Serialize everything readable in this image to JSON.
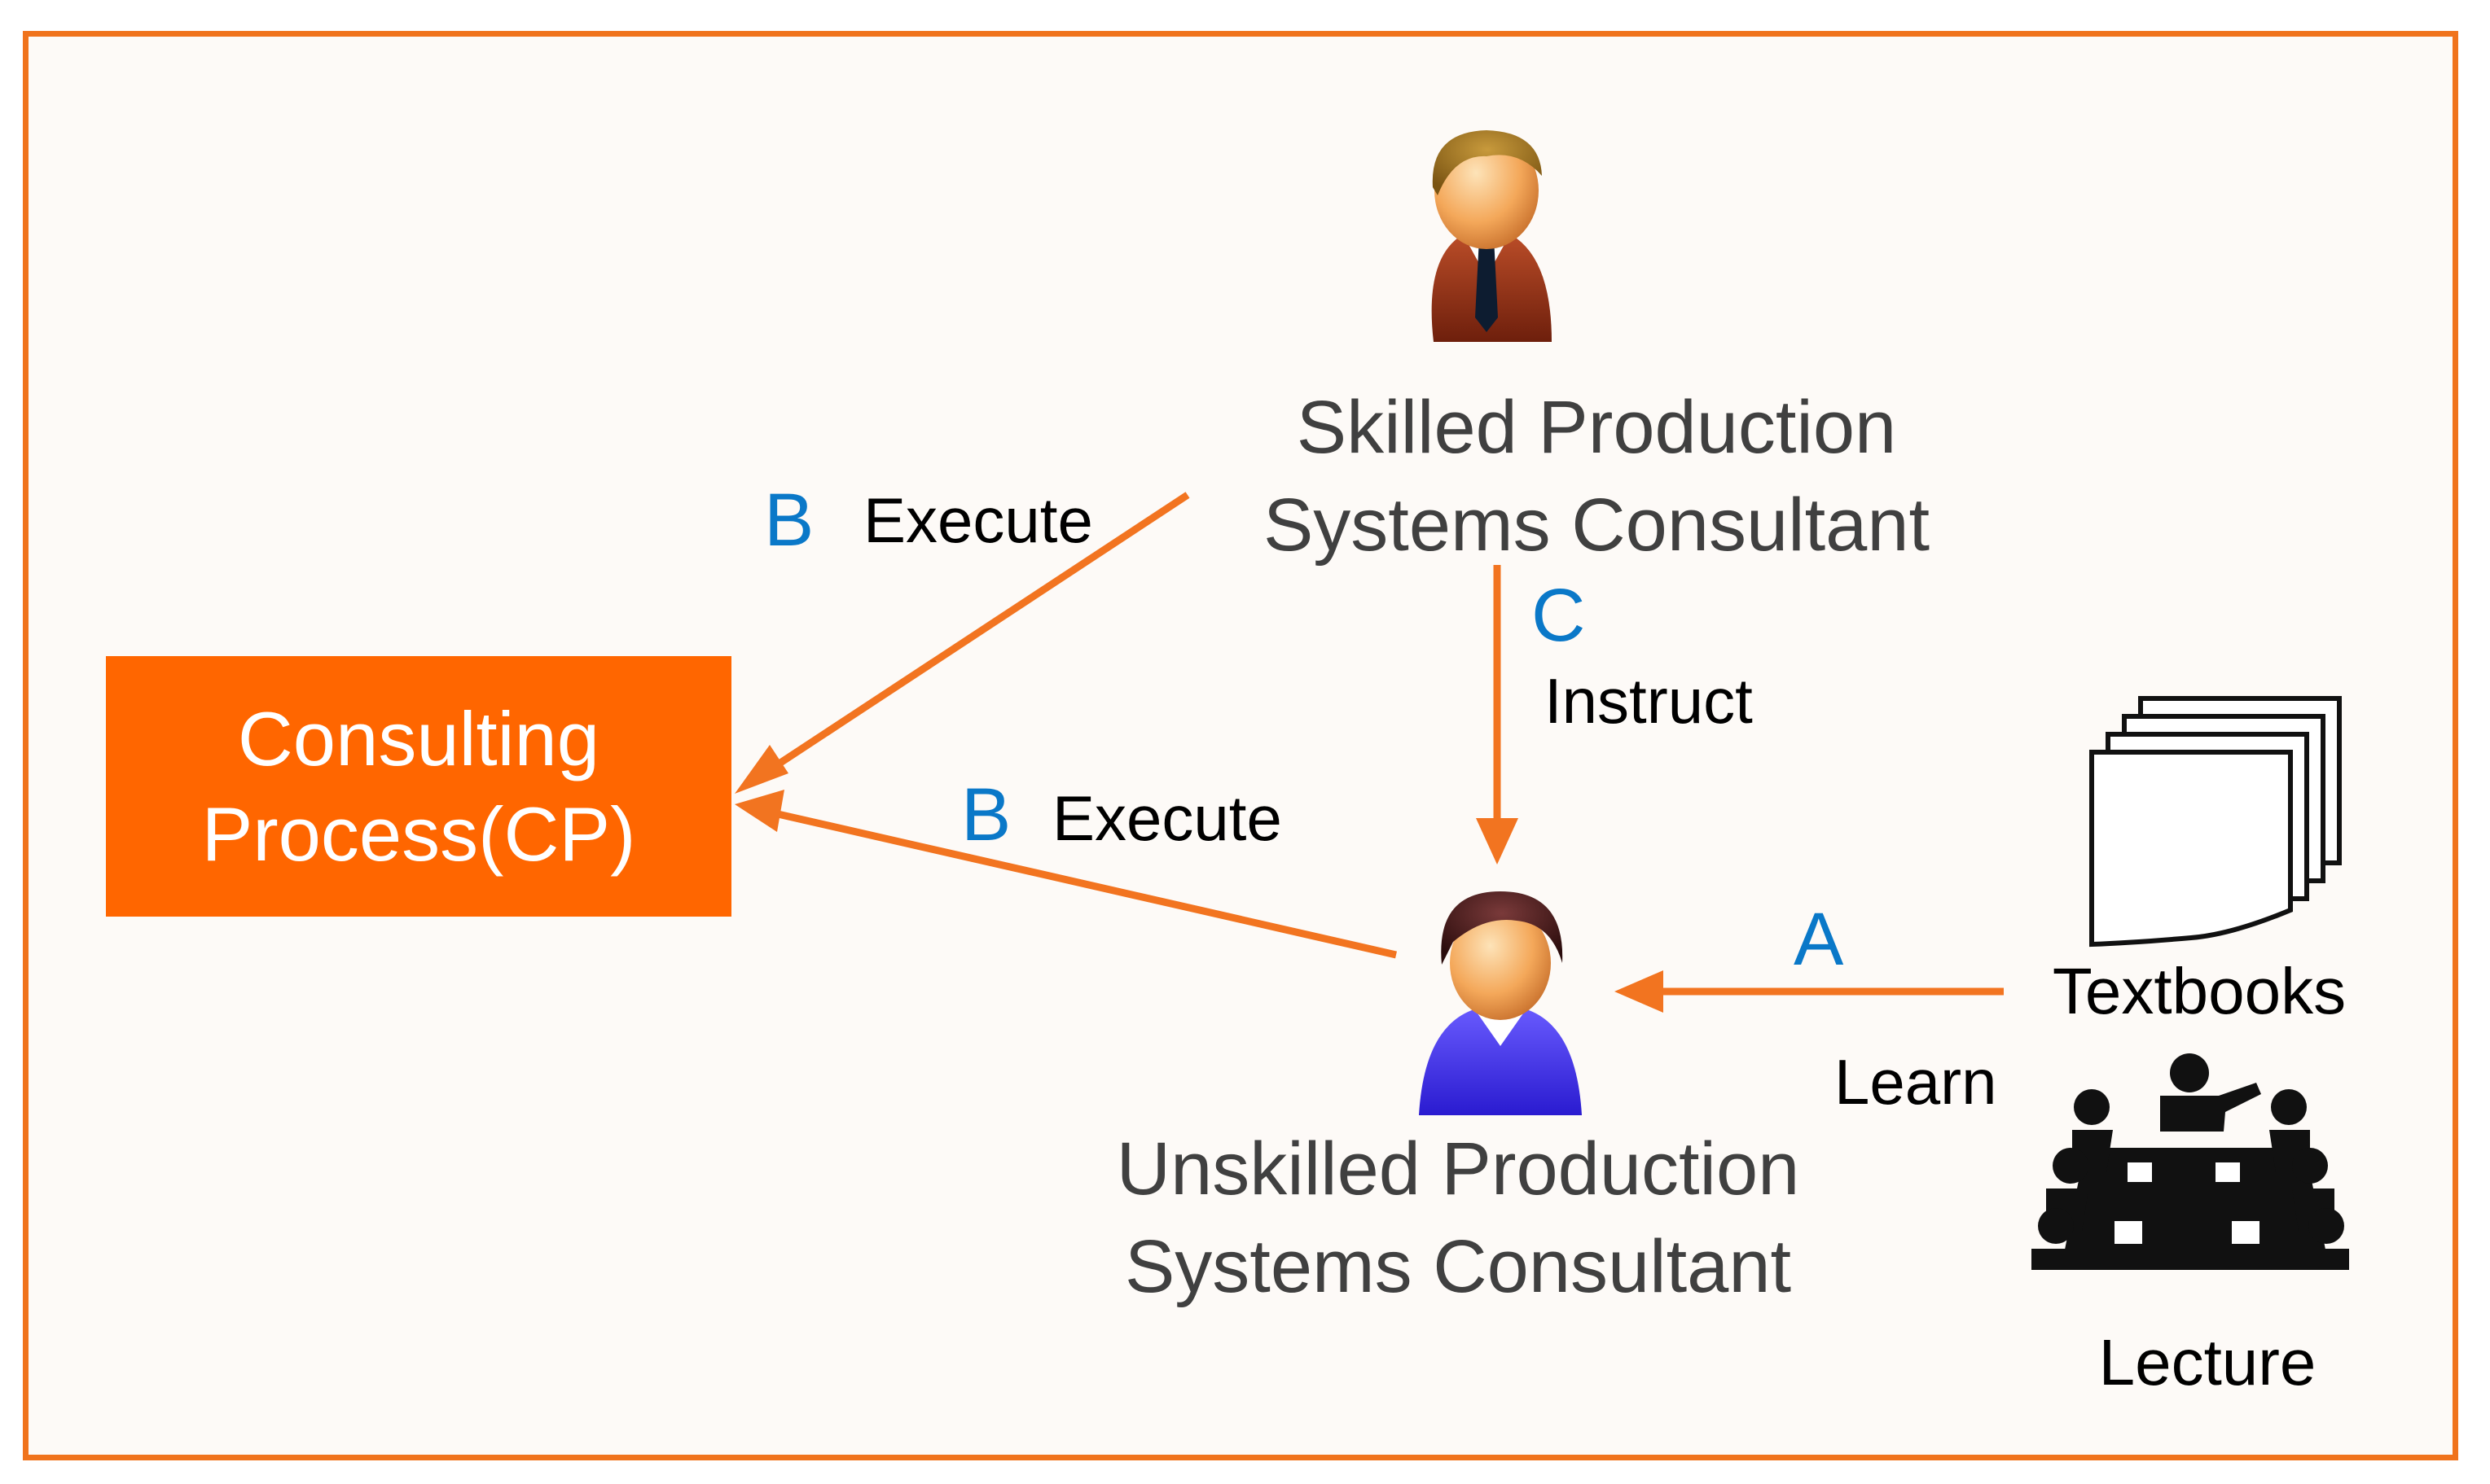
{
  "nodes": {
    "consulting_process": "Consulting\nProcess(CP)",
    "skilled_line1": "Skilled Production",
    "skilled_line2": "Systems Consultant",
    "unskilled_line1": "Unskilled Production",
    "unskilled_line2": "Systems Consultant",
    "textbooks": "Textbooks",
    "lecture": "Lecture"
  },
  "edges": {
    "skilled_to_cp": {
      "letter": "B",
      "label": "Execute"
    },
    "unskilled_to_cp": {
      "letter": "B",
      "label": "Execute"
    },
    "skilled_to_unskilled": {
      "letter": "C",
      "label": "Instruct"
    },
    "resources_to_unskilled": {
      "letter": "A",
      "label": "Learn"
    }
  },
  "icons": [
    "skilled-person-icon",
    "unskilled-person-icon",
    "textbooks-icon",
    "lecture-icon"
  ],
  "colors": {
    "frame": "#f0731c",
    "arrow": "#f27420",
    "box_fill": "#ff6600",
    "letter": "#0a78c8",
    "background": "#fdfaf7"
  }
}
